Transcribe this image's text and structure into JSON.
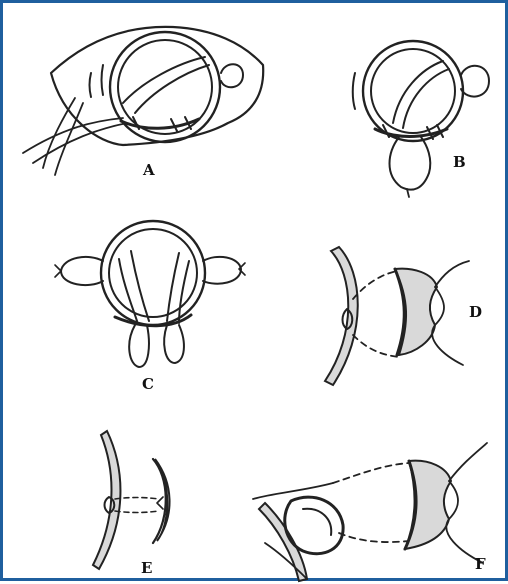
{
  "panels": [
    {
      "label": "A"
    },
    {
      "label": "B"
    },
    {
      "label": "C"
    },
    {
      "label": "D"
    },
    {
      "label": "E"
    },
    {
      "label": "F"
    }
  ],
  "colors": {
    "border": "#1f5f9e",
    "ink": "#222222",
    "shade": "#d9d9d9",
    "background": "#ffffff"
  }
}
